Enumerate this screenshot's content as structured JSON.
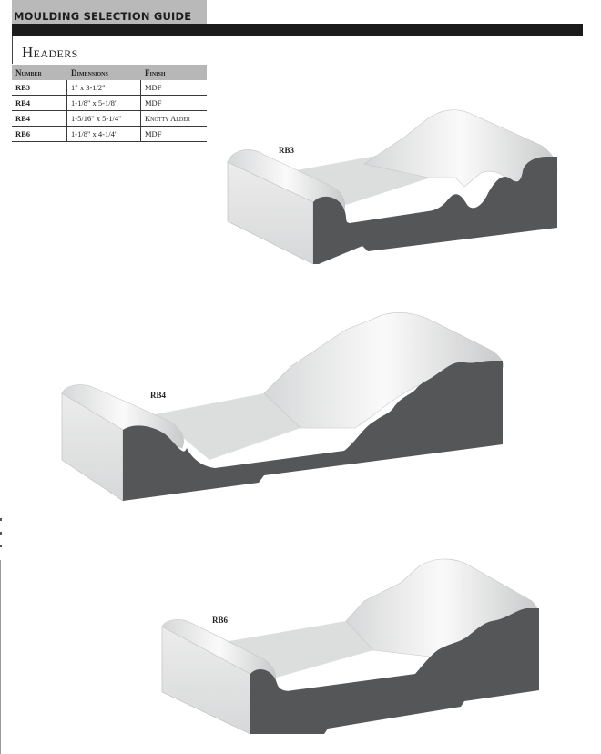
{
  "header": {
    "title": "MOULDING SELECTION GUIDE"
  },
  "section": {
    "title": "Headers"
  },
  "table": {
    "columns": [
      "Number",
      "Dimensions",
      "Finish"
    ],
    "rows": [
      [
        "RB3",
        "1\" x 3-1/2\"",
        "MDF"
      ],
      [
        "RB4",
        "1-1/8\" x 5-1/8\"",
        "MDF"
      ],
      [
        "RB4",
        "1-5/16\" x 5-1/4\"",
        "Knotty Alder"
      ],
      [
        "RB6",
        "1-1/8\" x 4-1/4\"",
        "MDF"
      ]
    ]
  },
  "profiles": {
    "rb3_label": "RB3",
    "rb4_label": "RB4",
    "rb6_label": "RB6"
  },
  "colors": {
    "profile_end": "#555657",
    "profile_face": "#d9dadb",
    "profile_highlight": "#f4f4f4",
    "header_bar": "#1b1b1b",
    "header_box": "#b9b9b9"
  }
}
